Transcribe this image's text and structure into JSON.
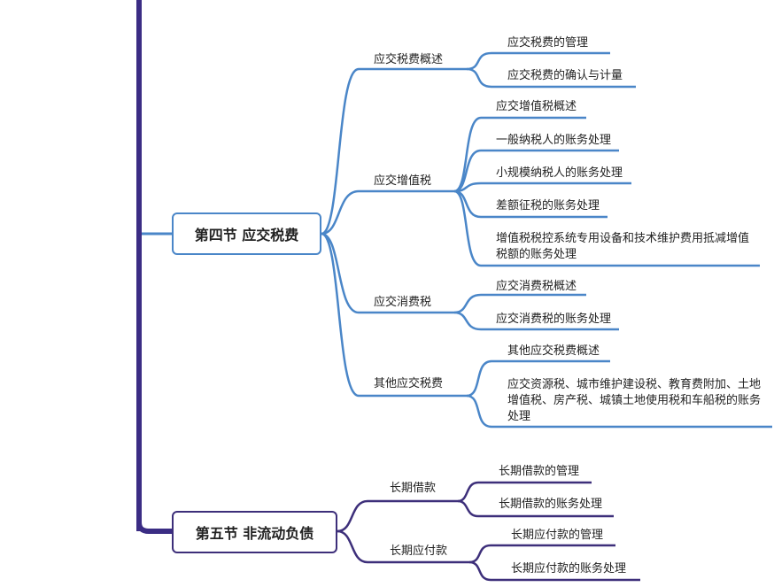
{
  "colors": {
    "blue": "#4a86c8",
    "purple": "#3d2f7a",
    "spine": "#3b2d84"
  },
  "section4": {
    "title": "第四节 应交税费",
    "branches": [
      {
        "label": "应交税费概述",
        "leaves": [
          "应交税费的管理",
          "应交税费的确认与计量"
        ]
      },
      {
        "label": "应交增值税",
        "leaves": [
          "应交增值税概述",
          "一般纳税人的账务处理",
          "小规模纳税人的账务处理",
          "差额征税的账务处理",
          "增值税税控系统专用设备和技术维护费用抵减增值税额的账务处理"
        ]
      },
      {
        "label": "应交消费税",
        "leaves": [
          "应交消费税概述",
          "应交消费税的账务处理"
        ]
      },
      {
        "label": "其他应交税费",
        "leaves": [
          "其他应交税费概述",
          "应交资源税、城市维护建设税、教育费附加、土地增值税、房产税、城镇土地使用税和车船税的账务处理"
        ]
      }
    ]
  },
  "section5": {
    "title": "第五节 非流动负债",
    "branches": [
      {
        "label": "长期借款",
        "leaves": [
          "长期借款的管理",
          "长期借款的账务处理"
        ]
      },
      {
        "label": "长期应付款",
        "leaves": [
          "长期应付款的管理",
          "长期应付款的账务处理"
        ]
      }
    ]
  }
}
